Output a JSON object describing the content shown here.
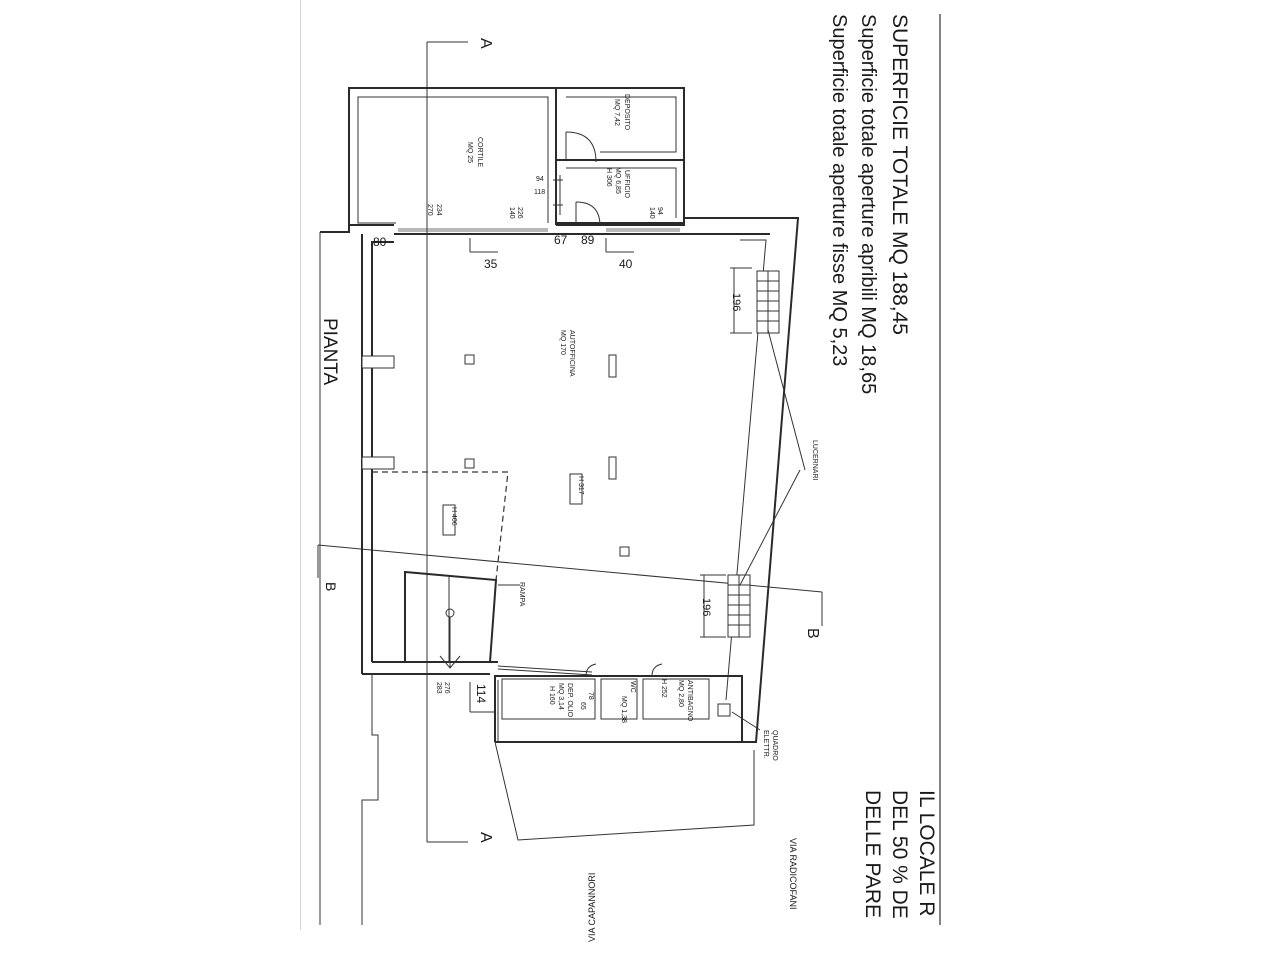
{
  "header": {
    "superficie_totale": "SUPERFICIE TOTALE  MQ 188,45",
    "aperture_apribili": "Superficie totale aperture apribili  MQ 18,65",
    "aperture_fisse": "Superficie totale aperture fisse MQ 5,23"
  },
  "footer_note": {
    "line1": "IL LOCALE R",
    "line2": "DEL 50 % DE",
    "line3": "DELLE PARE"
  },
  "drawing": {
    "title": "PIANTA",
    "section_a": "A",
    "section_b": "B",
    "section_b_cut": "B",
    "rooms": {
      "cortile": {
        "name": "CORTILE",
        "area": "MQ 25"
      },
      "deposito": {
        "name": "DEPOSITO",
        "area": "MQ 7,42"
      },
      "ufficio": {
        "name": "UFFICIO",
        "area": "MQ 6,85",
        "height": "H 306"
      },
      "autofficina": {
        "name": "AUTOFFICINA",
        "area": "MQ 170",
        "height": "H 317"
      },
      "ramp_height": "H 406",
      "rampa": "RAMPA",
      "dep_olio": {
        "name": "DEP. OLIO",
        "area": "MQ 3,14",
        "height": "H 160"
      },
      "wc": {
        "name": "WC",
        "area": "MQ 1,38"
      },
      "antibagno": {
        "name": "ANTIBAGNO",
        "area": "MQ 2,80",
        "height": "H 252"
      },
      "quadro": "QUADRO",
      "elettr": "ELETTR."
    },
    "labels": {
      "lucernari": "LUCERNARI"
    },
    "dimensions": {
      "d80": "80",
      "d35": "35",
      "d40": "40",
      "d67": "67",
      "d89": "89",
      "d270": "270",
      "d234": "234",
      "d226": "226",
      "d140a": "140",
      "d140b": "140",
      "d94a": "94",
      "d94b": "94",
      "d118": "118",
      "d196a": "196",
      "d196b": "196",
      "d276": "276",
      "d283": "283",
      "d114": "114",
      "d78": "78",
      "d65": "65"
    },
    "streets": {
      "via_capannori": "VIA CAPANNORI",
      "via_radicofani": "VIA RADICOFANI"
    }
  }
}
